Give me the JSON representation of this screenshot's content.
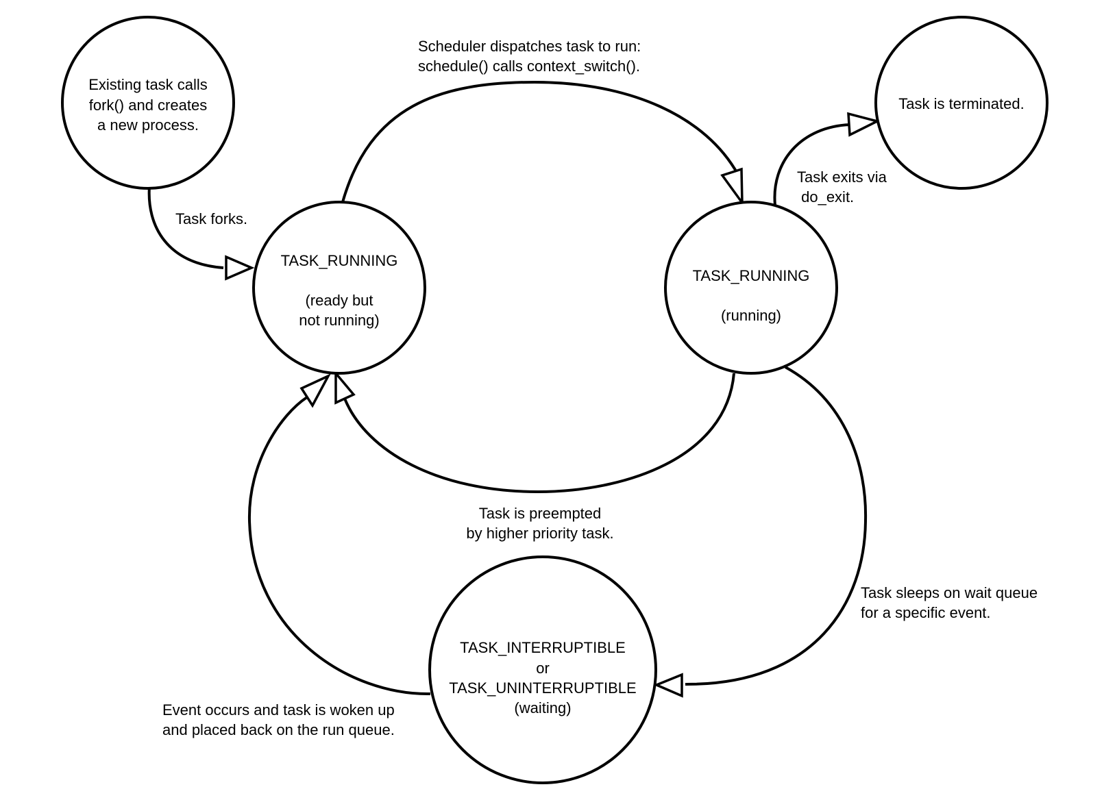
{
  "nodes": {
    "fork_origin": {
      "lines": [
        "Existing task calls",
        "fork() and creates",
        "a new process."
      ]
    },
    "ready": {
      "lines": [
        "TASK_RUNNING",
        "",
        "(ready but",
        "not running)"
      ]
    },
    "running": {
      "lines": [
        "TASK_RUNNING",
        "",
        "(running)"
      ]
    },
    "terminated": {
      "lines": [
        "Task is terminated."
      ]
    },
    "waiting": {
      "lines": [
        "TASK_INTERRUPTIBLE",
        "or",
        "TASK_UNINTERRUPTIBLE",
        "(waiting)"
      ]
    }
  },
  "edges": {
    "task_forks": {
      "lines": [
        "Task forks."
      ]
    },
    "dispatch": {
      "lines": [
        "Scheduler dispatches task to run:",
        "schedule() calls context_switch()."
      ]
    },
    "exit": {
      "lines": [
        "Task exits via",
        " do_exit."
      ]
    },
    "preempted": {
      "lines": [
        "Task is preempted",
        "by higher priority task."
      ]
    },
    "sleeps": {
      "lines": [
        "Task sleeps on wait queue",
        "for a specific event."
      ]
    },
    "woken": {
      "lines": [
        "Event occurs and task is woken up",
        "and placed back on the run queue."
      ]
    }
  }
}
